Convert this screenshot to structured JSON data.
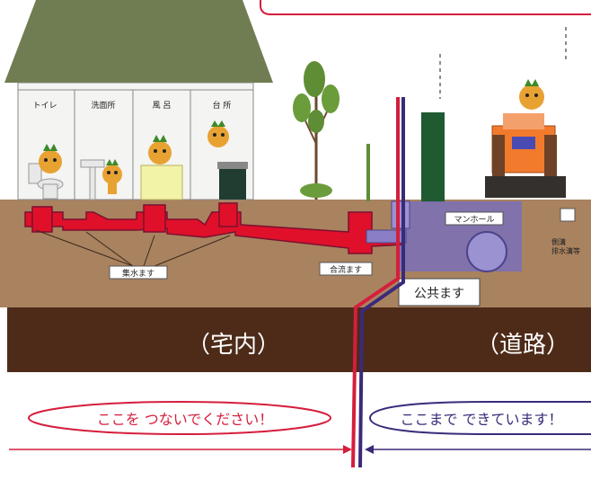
{
  "rooms": [
    "トイレ",
    "洗面所",
    "風 呂",
    "台 所"
  ],
  "labels": {
    "manhole": "マンホール",
    "collection_box": "集水ます",
    "junction_box": "合流ます",
    "public_box": "公共ます",
    "drain_channel": "側溝\n排水溝等",
    "private_area": "（宅内）",
    "road_area": "（道路）",
    "connect_here": "ここを つないでください！",
    "done_until_here": "ここまで できています！"
  },
  "colors": {
    "private_pipe": "#e0102a",
    "public_pipe": "#8a7fc6",
    "ground": "#a9825f",
    "band": "#4e2b19",
    "roof": "#707d52",
    "boundary_red": "#d51e3c",
    "boundary_purple": "#3b2a7a"
  }
}
